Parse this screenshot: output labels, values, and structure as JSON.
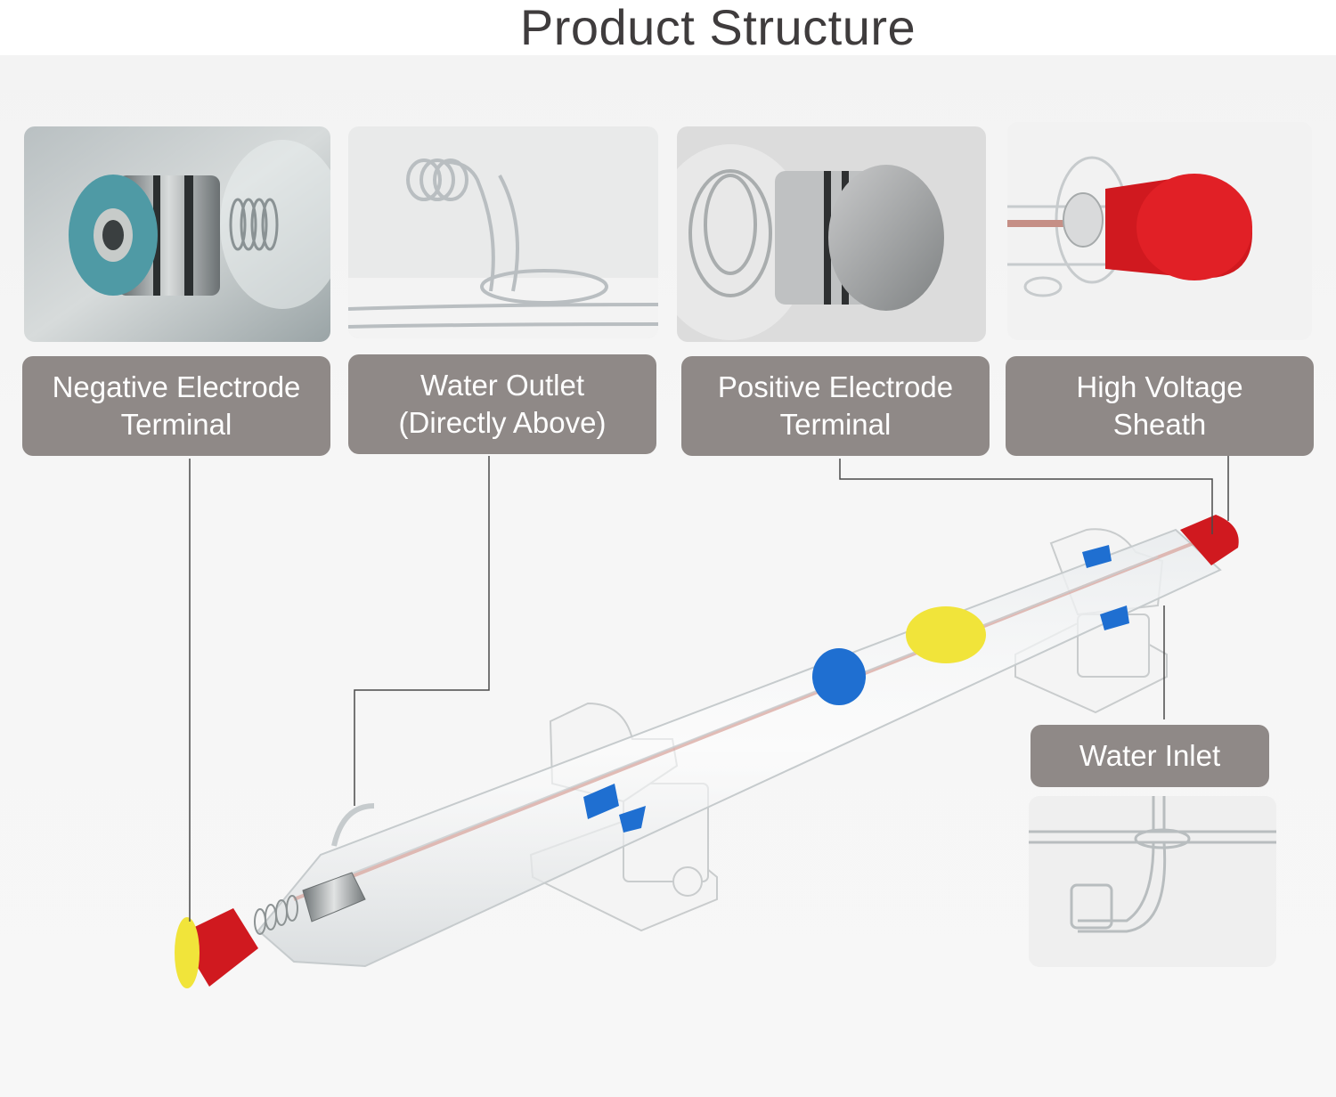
{
  "title": "Product Structure",
  "callouts": [
    {
      "line1": "Negative Electrode",
      "line2": "Terminal"
    },
    {
      "line1": "Water Outlet",
      "line2": "(Directly Above)"
    },
    {
      "line1": "Positive Electrode",
      "line2": "Terminal"
    },
    {
      "line1": "High Voltage",
      "line2": "Sheath"
    },
    {
      "line1": "Water Inlet",
      "line2": ""
    }
  ],
  "colors": {
    "label_bg": "#8f8987",
    "title_text": "#3f3c3d",
    "cap_red": "#d0191f",
    "cap_yellow": "#f1e43a",
    "clip_blue": "#1f6fd1",
    "leader_line": "#4a4a4a"
  }
}
